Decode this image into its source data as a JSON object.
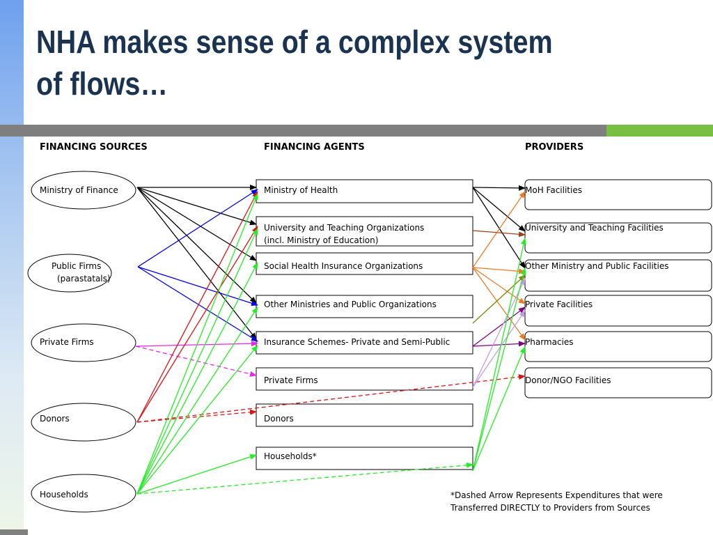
{
  "slide": {
    "title": "NHA makes sense of a complex system of flows…"
  },
  "columns": {
    "sources": "FINANCING SOURCES",
    "agents": "FINANCING AGENTS",
    "providers": "PROVIDERS"
  },
  "sources": [
    {
      "id": "mof",
      "label_lines": [
        "Ministry of Finance"
      ]
    },
    {
      "id": "pubfirms",
      "label_lines": [
        "Public Firms",
        "(parastatals)"
      ]
    },
    {
      "id": "privfirms",
      "label_lines": [
        "Private Firms"
      ]
    },
    {
      "id": "donors",
      "label_lines": [
        "Donors"
      ]
    },
    {
      "id": "hh",
      "label_lines": [
        "Households"
      ]
    }
  ],
  "agents": [
    {
      "id": "moh",
      "label_lines": [
        "Ministry of Health"
      ]
    },
    {
      "id": "univ",
      "label_lines": [
        "University and Teaching Organizations",
        "(incl. Ministry of Education)"
      ]
    },
    {
      "id": "shi",
      "label_lines": [
        "Social Health Insurance Organizations"
      ]
    },
    {
      "id": "othermin",
      "label_lines": [
        "Other Ministries and Public Organizations"
      ]
    },
    {
      "id": "ins",
      "label_lines": [
        "Insurance Schemes- Private and Semi-Public"
      ]
    },
    {
      "id": "privf",
      "label_lines": [
        "Private Firms"
      ]
    },
    {
      "id": "don",
      "label_lines": [
        "Donors"
      ]
    },
    {
      "id": "hh",
      "label_lines": [
        "Households*"
      ]
    }
  ],
  "providers": [
    {
      "id": "mohf",
      "label_lines": [
        "MoH Facilities"
      ]
    },
    {
      "id": "univf",
      "label_lines": [
        "University and Teaching Facilities"
      ]
    },
    {
      "id": "otherf",
      "label_lines": [
        "Other Ministry and Public Facilities"
      ]
    },
    {
      "id": "privf",
      "label_lines": [
        "Private Facilities"
      ]
    },
    {
      "id": "pharm",
      "label_lines": [
        "Pharmacies"
      ]
    },
    {
      "id": "ngo",
      "label_lines": [
        "Donor/NGO Facilities"
      ]
    }
  ],
  "colors": {
    "black": "#000000",
    "blue": "#0000ee",
    "magenta": "#ee22ee",
    "red": "#dd1111",
    "green": "#22ee22",
    "brown": "#a0401a",
    "orange": "#f07a20",
    "olive": "#808000",
    "purple": "#800080",
    "lavender": "#c39be6"
  },
  "flows": [
    {
      "from": "source:mof",
      "to": "agent:moh",
      "color": "black",
      "dashed": false
    },
    {
      "from": "source:mof",
      "to": "agent:univ",
      "color": "black",
      "dashed": false
    },
    {
      "from": "source:mof",
      "to": "agent:shi",
      "color": "black",
      "dashed": false
    },
    {
      "from": "source:mof",
      "to": "agent:othermin",
      "color": "black",
      "dashed": false
    },
    {
      "from": "source:mof",
      "to": "agent:ins",
      "color": "black",
      "dashed": false
    },
    {
      "from": "source:pubfirms",
      "to": "agent:moh",
      "color": "blue",
      "dashed": false
    },
    {
      "from": "source:pubfirms",
      "to": "agent:othermin",
      "color": "blue",
      "dashed": false
    },
    {
      "from": "source:pubfirms",
      "to": "agent:ins",
      "color": "blue",
      "dashed": false
    },
    {
      "from": "source:privfirms",
      "to": "agent:ins",
      "color": "magenta",
      "dashed": false
    },
    {
      "from": "source:privfirms",
      "to": "agent:privf",
      "color": "magenta",
      "dashed": true
    },
    {
      "from": "source:donors",
      "to": "agent:moh",
      "color": "red",
      "dashed": false
    },
    {
      "from": "source:donors",
      "to": "agent:univ",
      "color": "red",
      "dashed": false
    },
    {
      "from": "source:donors",
      "to": "agent:don",
      "color": "red",
      "dashed": true
    },
    {
      "from": "source:donors",
      "to": "provider:ngo",
      "color": "red",
      "dashed": true
    },
    {
      "from": "source:hh",
      "to": "agent:moh",
      "color": "green",
      "dashed": false
    },
    {
      "from": "source:hh",
      "to": "agent:univ",
      "color": "green",
      "dashed": false
    },
    {
      "from": "source:hh",
      "to": "agent:shi",
      "color": "green",
      "dashed": false
    },
    {
      "from": "source:hh",
      "to": "agent:othermin",
      "color": "green",
      "dashed": false
    },
    {
      "from": "source:hh",
      "to": "agent:ins",
      "color": "green",
      "dashed": false
    },
    {
      "from": "source:hh",
      "to": "agent:hh",
      "color": "green",
      "dashed": false
    },
    {
      "from": "source:hh",
      "to": "agent:hh",
      "color": "green",
      "dashed": true
    },
    {
      "from": "agent:moh",
      "to": "provider:mohf",
      "color": "black",
      "dashed": false
    },
    {
      "from": "agent:moh",
      "to": "provider:univf",
      "color": "black",
      "dashed": false
    },
    {
      "from": "agent:moh",
      "to": "provider:otherf",
      "color": "black",
      "dashed": false
    },
    {
      "from": "agent:univ",
      "to": "provider:univf",
      "color": "brown",
      "dashed": false
    },
    {
      "from": "agent:shi",
      "to": "provider:mohf",
      "color": "orange",
      "dashed": false
    },
    {
      "from": "agent:shi",
      "to": "provider:otherf",
      "color": "orange",
      "dashed": false
    },
    {
      "from": "agent:shi",
      "to": "provider:privf",
      "color": "orange",
      "dashed": false
    },
    {
      "from": "agent:shi",
      "to": "provider:pharm",
      "color": "orange",
      "dashed": false
    },
    {
      "from": "agent:othermin",
      "to": "provider:otherf",
      "color": "olive",
      "dashed": false
    },
    {
      "from": "agent:ins",
      "to": "provider:privf",
      "color": "purple",
      "dashed": false
    },
    {
      "from": "agent:ins",
      "to": "provider:pharm",
      "color": "purple",
      "dashed": false
    },
    {
      "from": "agent:privf",
      "to": "provider:otherf",
      "color": "lavender",
      "dashed": false
    },
    {
      "from": "agent:privf",
      "to": "provider:privf",
      "color": "lavender",
      "dashed": false
    },
    {
      "from": "agent:hh",
      "to": "provider:univf",
      "color": "green",
      "dashed": false
    },
    {
      "from": "agent:hh",
      "to": "provider:otherf",
      "color": "green",
      "dashed": false
    },
    {
      "from": "agent:hh",
      "to": "provider:pharm",
      "color": "green",
      "dashed": false
    }
  ],
  "footnote_lines": [
    "*Dashed Arrow Represents Expenditures that were",
    "Transferred DIRECTLY to Providers from Sources"
  ]
}
